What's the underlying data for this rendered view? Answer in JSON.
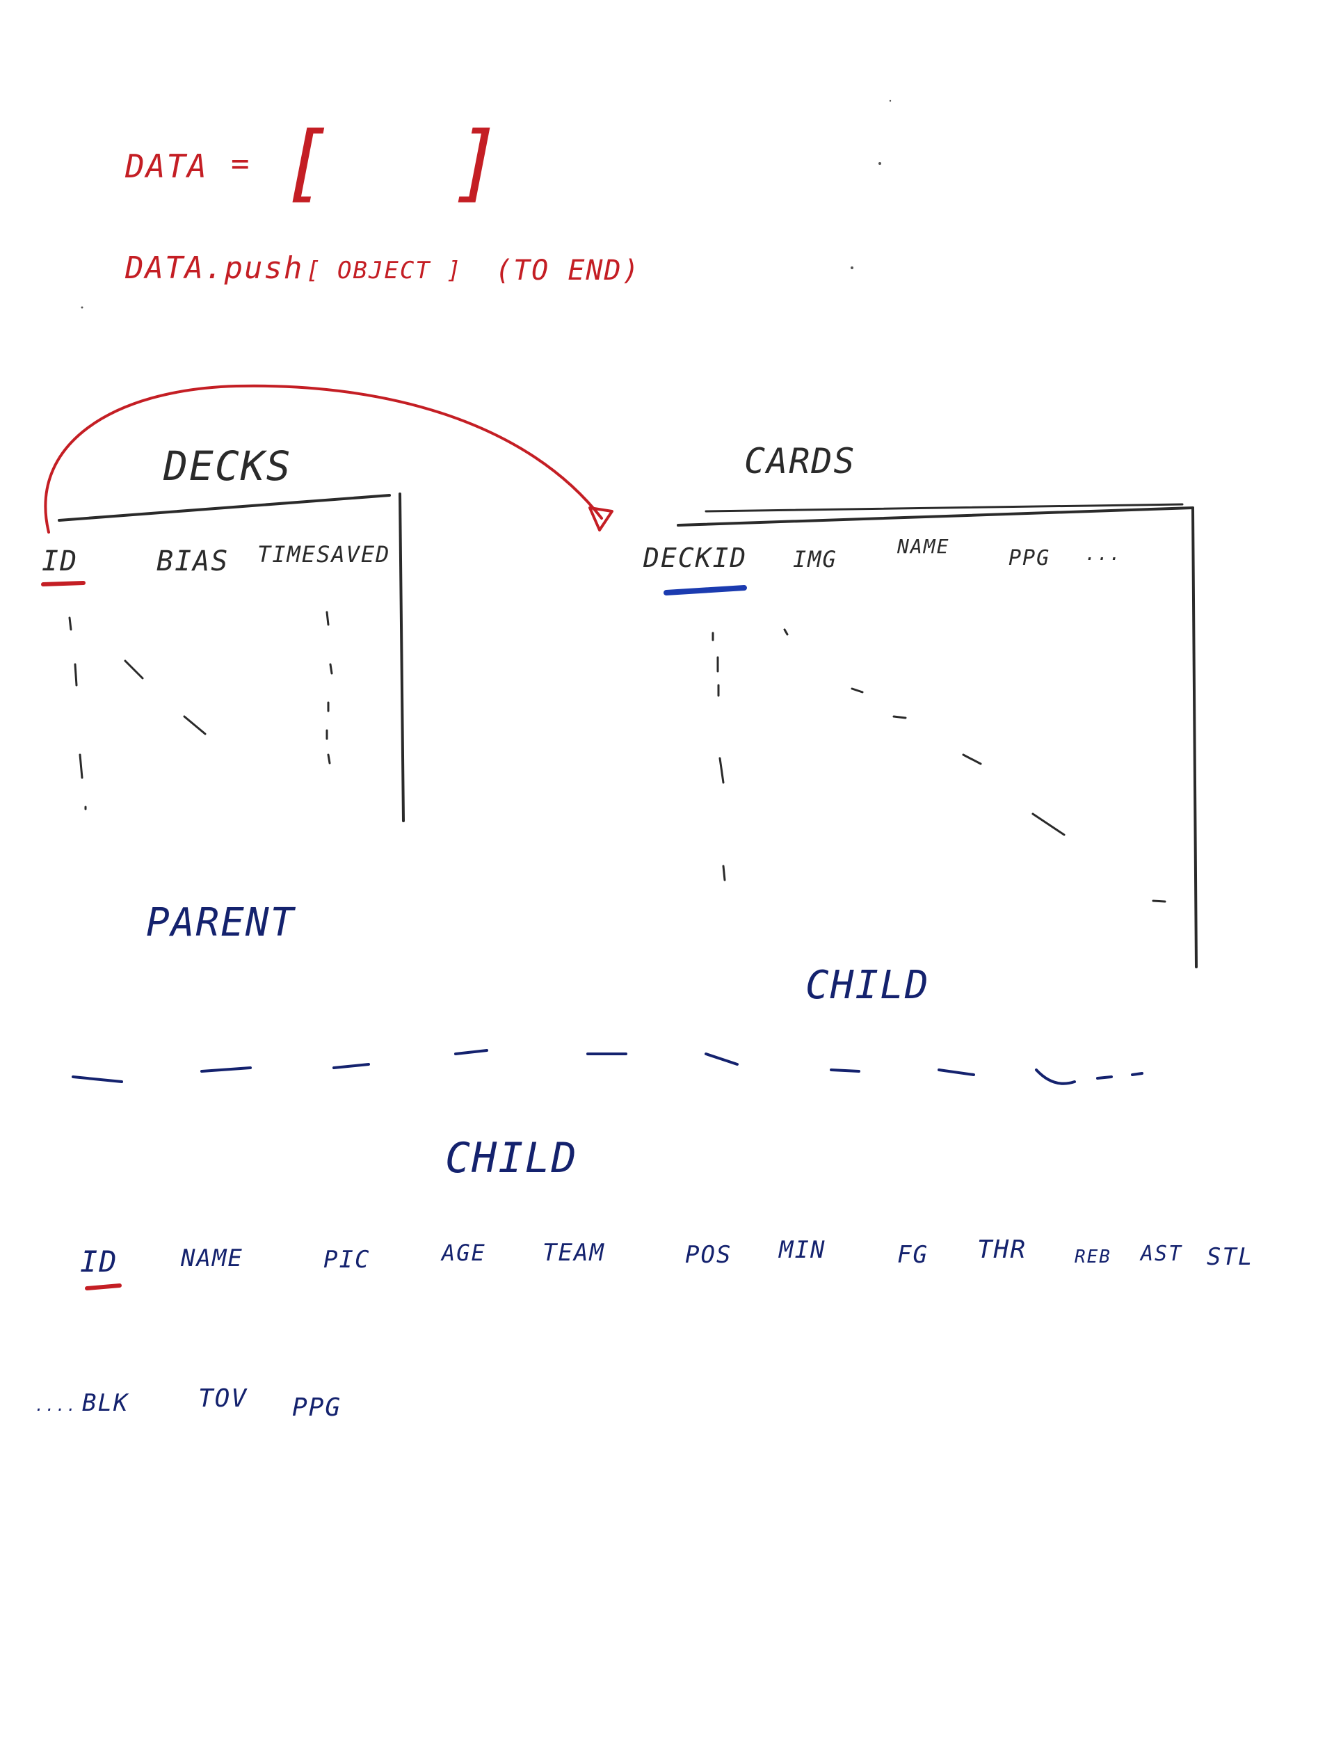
{
  "colors": {
    "red_marker": "#c41e24",
    "navy_marker": "#14226e",
    "black_marker": "#2a2a2a",
    "blue_marker": "#1b3bb0",
    "board": "#ffffff"
  },
  "top_notes": {
    "data_label": "DATA",
    "equals": "=",
    "open_bracket": "[",
    "close_bracket": "]",
    "push_line": "DATA.push",
    "push_arg": "[ OBJECT ]",
    "push_note": "(TO END)"
  },
  "decks_table": {
    "title": "DECKS",
    "columns": [
      "ID",
      "BIAS",
      "TIMESAVED"
    ],
    "role": "PARENT"
  },
  "cards_table": {
    "title": "CARDS",
    "columns": [
      "DECKID",
      "IMG",
      "NAME",
      "PPG",
      "..."
    ],
    "role": "CHILD"
  },
  "bottom_table": {
    "title": "CHILD",
    "columns_row1": [
      "ID",
      "NAME",
      "PIC",
      "AGE",
      "TEAM",
      "POS",
      "MIN",
      "FG",
      "THR",
      "REB",
      "AST",
      "STL"
    ],
    "row2_prefix": "....",
    "columns_row2": [
      "BLK",
      "TOV",
      "PPG"
    ]
  }
}
